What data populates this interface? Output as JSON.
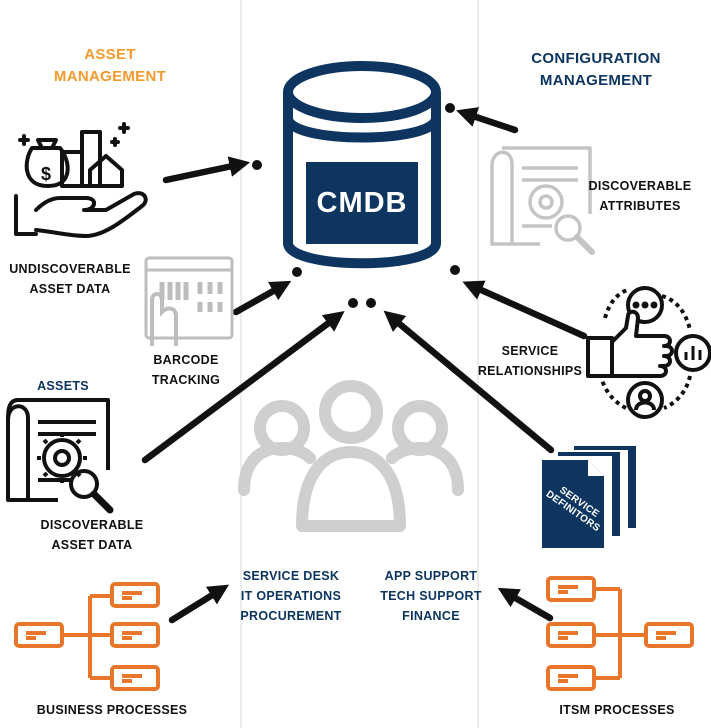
{
  "headings": {
    "asset_management": [
      "ASSET",
      "MANAGEMENT"
    ],
    "configuration_management": [
      "CONFIGURATION",
      "MANAGEMENT"
    ]
  },
  "center": {
    "cmdb_label": "CMDB"
  },
  "labels": {
    "undiscoverable_asset_data": [
      "UNDISCOVERABLE",
      "ASSET DATA"
    ],
    "barcode_tracking": [
      "BARCODE",
      "TRACKING"
    ],
    "assets": "ASSETS",
    "discoverable_asset_data": [
      "DISCOVERABLE",
      "ASSET DATA"
    ],
    "discoverable_attributes": [
      "DISCOVERABLE",
      "ATTRIBUTES"
    ],
    "service_relationships": [
      "SERVICE",
      "RELATIONSHIPS"
    ],
    "service_definitions": [
      "SERVICE",
      "DEFINITORS"
    ],
    "departments_left": [
      "SERVICE DESK",
      "IT OPERATIONS",
      "PROCUREMENT"
    ],
    "departments_right": [
      "APP SUPPORT",
      "TECH SUPPORT",
      "FINANCE"
    ],
    "business_processes": "BUSINESS PROCESSES",
    "itsm_processes": "ITSM PROCESSES"
  },
  "colors": {
    "navy": "#0d3560",
    "orange": "#f29a2e",
    "process_orange": "#e8762a",
    "gray_icon": "#c9c9c9",
    "black": "#111111",
    "divider": "#e6e6e6"
  },
  "icons": [
    "money-bags-house-hand-icon",
    "barcode-scanner-hand-icon",
    "document-gear-magnifier-icon",
    "document-gear-gray-icon",
    "thumbs-up-cycle-icon",
    "people-group-icon",
    "service-definitions-pages-icon",
    "process-tree-icon"
  ]
}
